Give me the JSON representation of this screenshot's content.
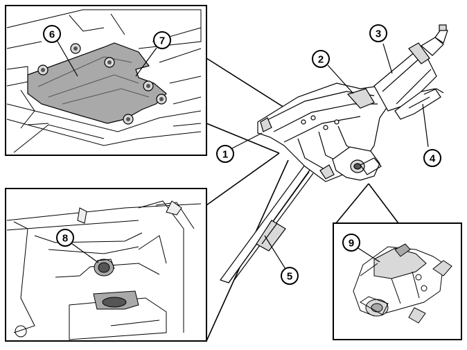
{
  "callouts": {
    "c1": "1",
    "c2": "2",
    "c3": "3",
    "c4": "4",
    "c5": "5",
    "c6": "6",
    "c7": "7",
    "c8": "8",
    "c9": "9"
  },
  "colors": {
    "line": "#000000",
    "shade": "#a9a9a9",
    "light_shade": "#d9d9d9",
    "background": "#ffffff"
  }
}
